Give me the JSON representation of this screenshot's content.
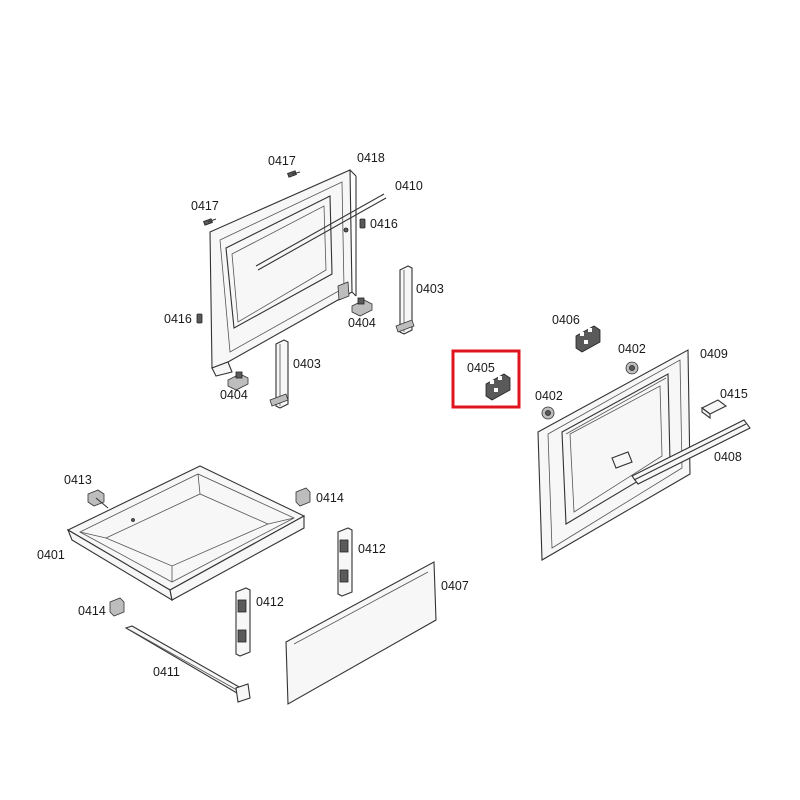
{
  "callouts": [
    "0417",
    "0418",
    "0410",
    "0417",
    "0416",
    "0403",
    "0416",
    "0404",
    "0403",
    "0404",
    "0406",
    "0405",
    "0402",
    "0409",
    "0402",
    "0415",
    "0408",
    "0413",
    "0414",
    "0401",
    "0412",
    "0407",
    "0414",
    "0412",
    "0411"
  ],
  "highlight": {
    "part": "0405",
    "color": "#e0141e"
  }
}
